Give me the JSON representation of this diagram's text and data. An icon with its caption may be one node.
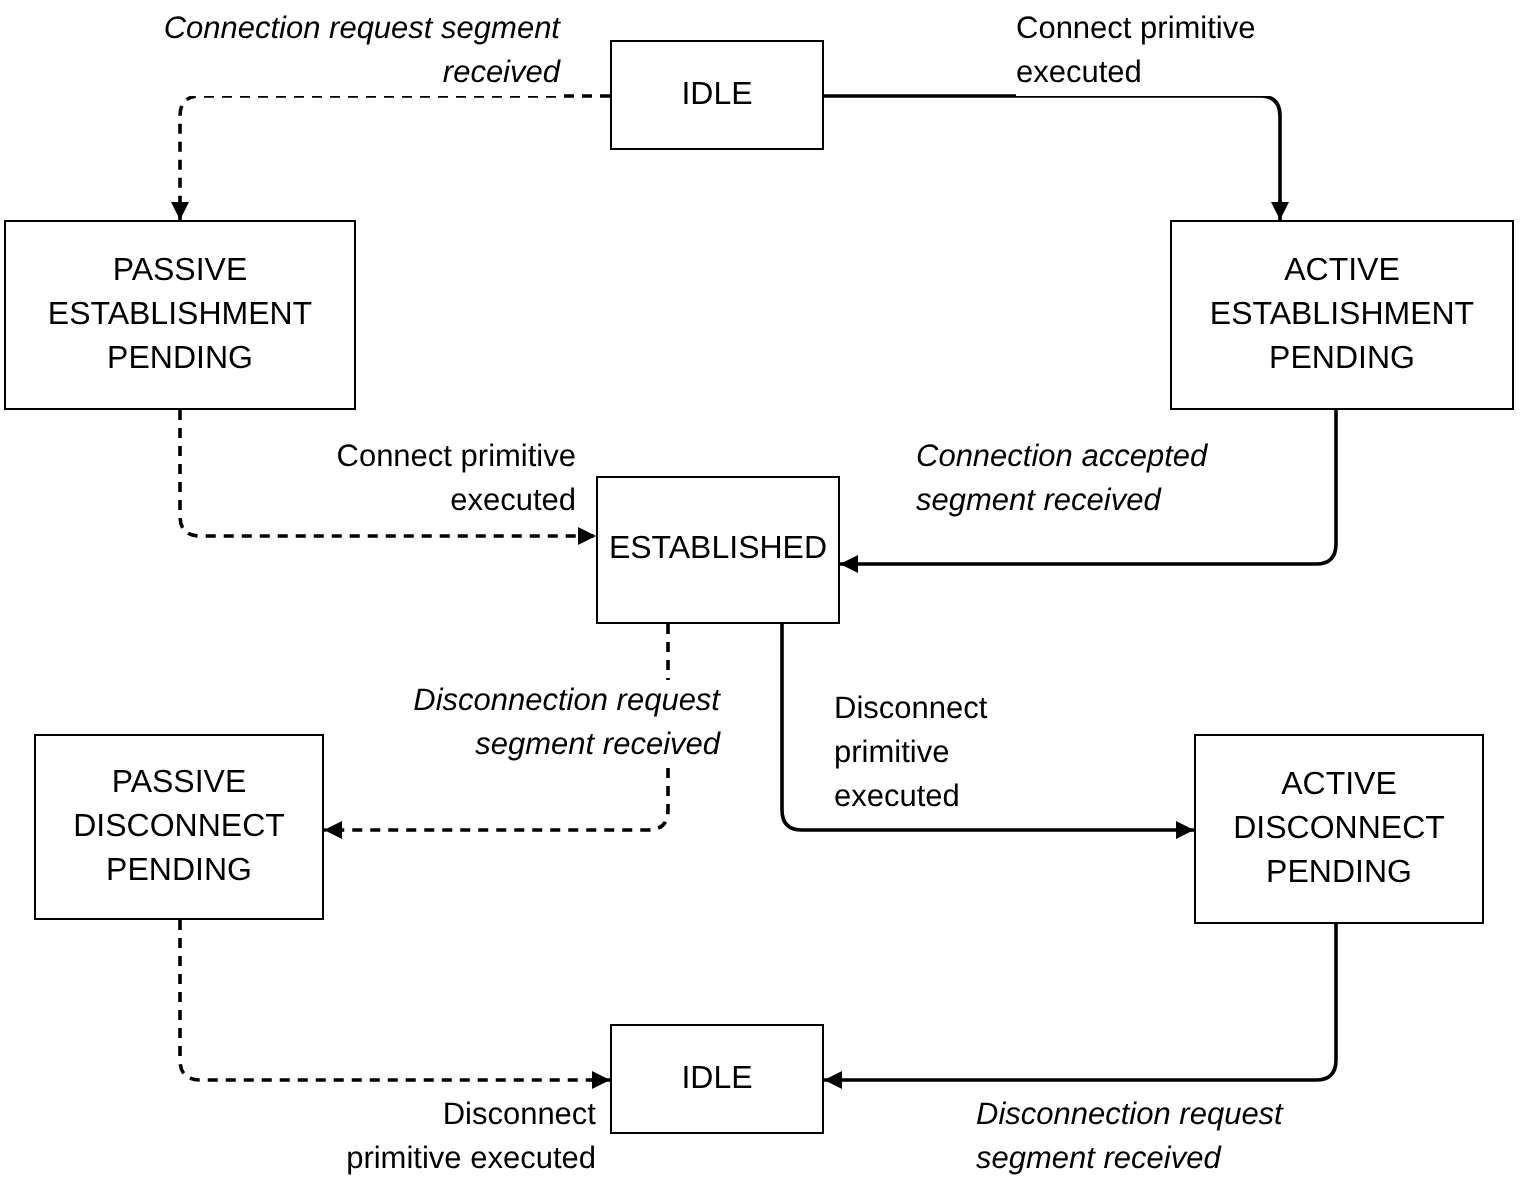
{
  "diagram": {
    "nodes": [
      {
        "text": [
          "IDLE"
        ]
      },
      {
        "text": [
          "PASSIVE ESTABLISHMENT PENDING"
        ]
      },
      {
        "text": [
          "ACTIVE ESTABLISHMENT PENDING"
        ]
      },
      {
        "text": [
          "ESTABLISHED"
        ]
      },
      {
        "text": [
          "PASSIVE DISCONNECT PENDING"
        ]
      },
      {
        "text": [
          "ACTIVE DISCONNECT PENDING"
        ]
      },
      {
        "text": [
          "IDLE"
        ]
      }
    ],
    "edges": [
      {
        "from": 0,
        "to": 1,
        "arrow": "to",
        "style": "dashed",
        "label": "Connection request segment received"
      },
      {
        "from": 0,
        "to": 2,
        "arrow": "to",
        "label": "Connect primitive executed"
      },
      {
        "from": 1,
        "to": 3,
        "arrow": "to",
        "style": "dashed",
        "label": "Connect primitive executed"
      },
      {
        "from": 2,
        "to": 3,
        "arrow": "to",
        "label": "Connection accepted segment received"
      },
      {
        "from": 3,
        "to": 4,
        "arrow": "to",
        "style": "dashed",
        "label": "Disconnection request segment received"
      },
      {
        "from": 3,
        "to": 5,
        "arrow": "to",
        "label": "Disconnect primitive executed"
      },
      {
        "from": 4,
        "to": 6,
        "arrow": "to",
        "style": "dashed",
        "label": "Disconnect primitive executed"
      },
      {
        "from": 5,
        "to": 6,
        "arrow": "to",
        "label": "Disconnection request segment received"
      }
    ]
  }
}
